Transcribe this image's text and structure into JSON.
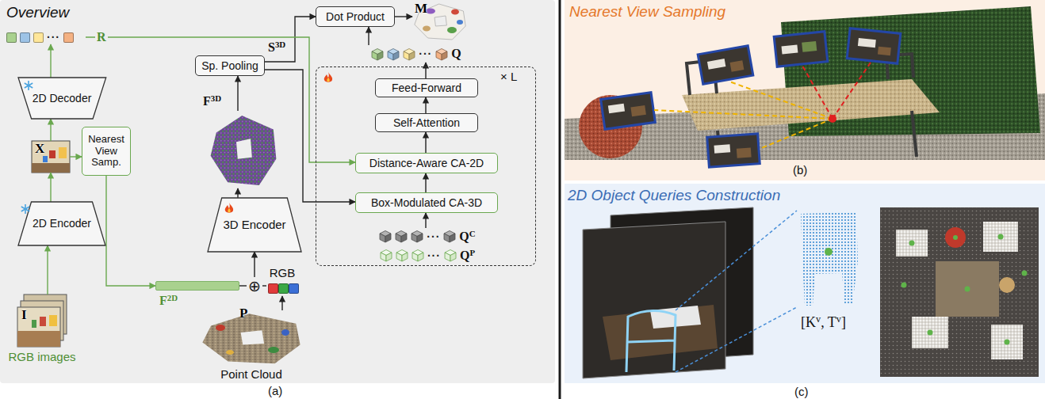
{
  "diagram": {
    "nodes": [
      {
        "text": [
          "···"
        ]
      },
      {
        "text": [
          "2D Decoder"
        ]
      },
      {
        "text": [
          "X"
        ]
      },
      {
        "text": [
          "Nearest View Samp."
        ]
      },
      {
        "text": [
          "2D Encoder"
        ]
      },
      {
        "text": [
          "I",
          "RGB images"
        ]
      },
      {
        "text": [
          "F",
          "2D"
        ]
      },
      {
        "text": [
          "⊕"
        ]
      },
      {
        "text": [
          "RGB"
        ]
      },
      {
        "text": [
          "P",
          "Point Cloud"
        ]
      },
      {
        "text": [
          "3D Encoder"
        ]
      },
      {
        "text": [
          "F",
          "3D"
        ]
      },
      {
        "text": [
          "Sp. Pooling"
        ]
      },
      {
        "text": [
          "Dot Product"
        ]
      },
      {
        "text": [
          "M"
        ]
      },
      {
        "text": [
          "···",
          "Q"
        ]
      },
      {
        "text": [
          "× L"
        ]
      },
      {
        "text": [
          "Feed-Forward"
        ],
        "in": 16
      },
      {
        "text": [
          "Self-Attention"
        ],
        "in": 16
      },
      {
        "text": [
          "Distance-Aware CA-2D"
        ],
        "in": 16
      },
      {
        "text": [
          "Box-Modulated CA-3D"
        ],
        "in": 16
      },
      {
        "text": [
          "···",
          "Q",
          "C"
        ],
        "in": 16
      },
      {
        "text": [
          "···",
          "Q",
          "P"
        ],
        "in": 16
      }
    ],
    "edges": [
      {
        "from": 5,
        "to": 4,
        "arrow": "to"
      },
      {
        "from": 4,
        "to": 2,
        "arrow": "to"
      },
      {
        "from": 2,
        "to": 1,
        "arrow": "to"
      },
      {
        "from": 1,
        "to": 0,
        "arrow": "to"
      },
      {
        "from": 2,
        "to": 3,
        "arrow": "to"
      },
      {
        "from": 3,
        "to": 6,
        "arrow": "to"
      },
      {
        "from": 6,
        "to": 7,
        "arrow": "none"
      },
      {
        "from": 8,
        "to": 7,
        "arrow": "none"
      },
      {
        "from": 7,
        "to": 10,
        "arrow": "to"
      },
      {
        "from": 9,
        "to": 8,
        "arrow": "to"
      },
      {
        "from": 10,
        "to": 11,
        "arrow": "to"
      },
      {
        "from": 11,
        "to": 12,
        "arrow": "to"
      },
      {
        "from": 12,
        "to": 13,
        "arrow": "to"
      },
      {
        "from": 12,
        "to": 20,
        "arrow": "to"
      },
      {
        "from": 0,
        "to": 19,
        "label": "R",
        "arrow": "to"
      },
      {
        "from": 20,
        "to": 19,
        "arrow": "to"
      },
      {
        "from": 19,
        "to": 18,
        "arrow": "to"
      },
      {
        "from": 18,
        "to": 17,
        "arrow": "to"
      },
      {
        "from": 17,
        "to": 15,
        "arrow": "to"
      },
      {
        "from": 15,
        "to": 13,
        "arrow": "to"
      },
      {
        "from": 13,
        "to": 14,
        "arrow": "to"
      },
      {
        "from": 21,
        "to": 20,
        "arrow": "to"
      }
    ],
    "labels": [
      "Overview",
      "S",
      "3D",
      "(a)",
      "Nearest View Sampling",
      "(b)",
      "2D Object Queries Construction",
      "[K",
      "v",
      ", T",
      "v",
      "]",
      "(c)"
    ]
  }
}
